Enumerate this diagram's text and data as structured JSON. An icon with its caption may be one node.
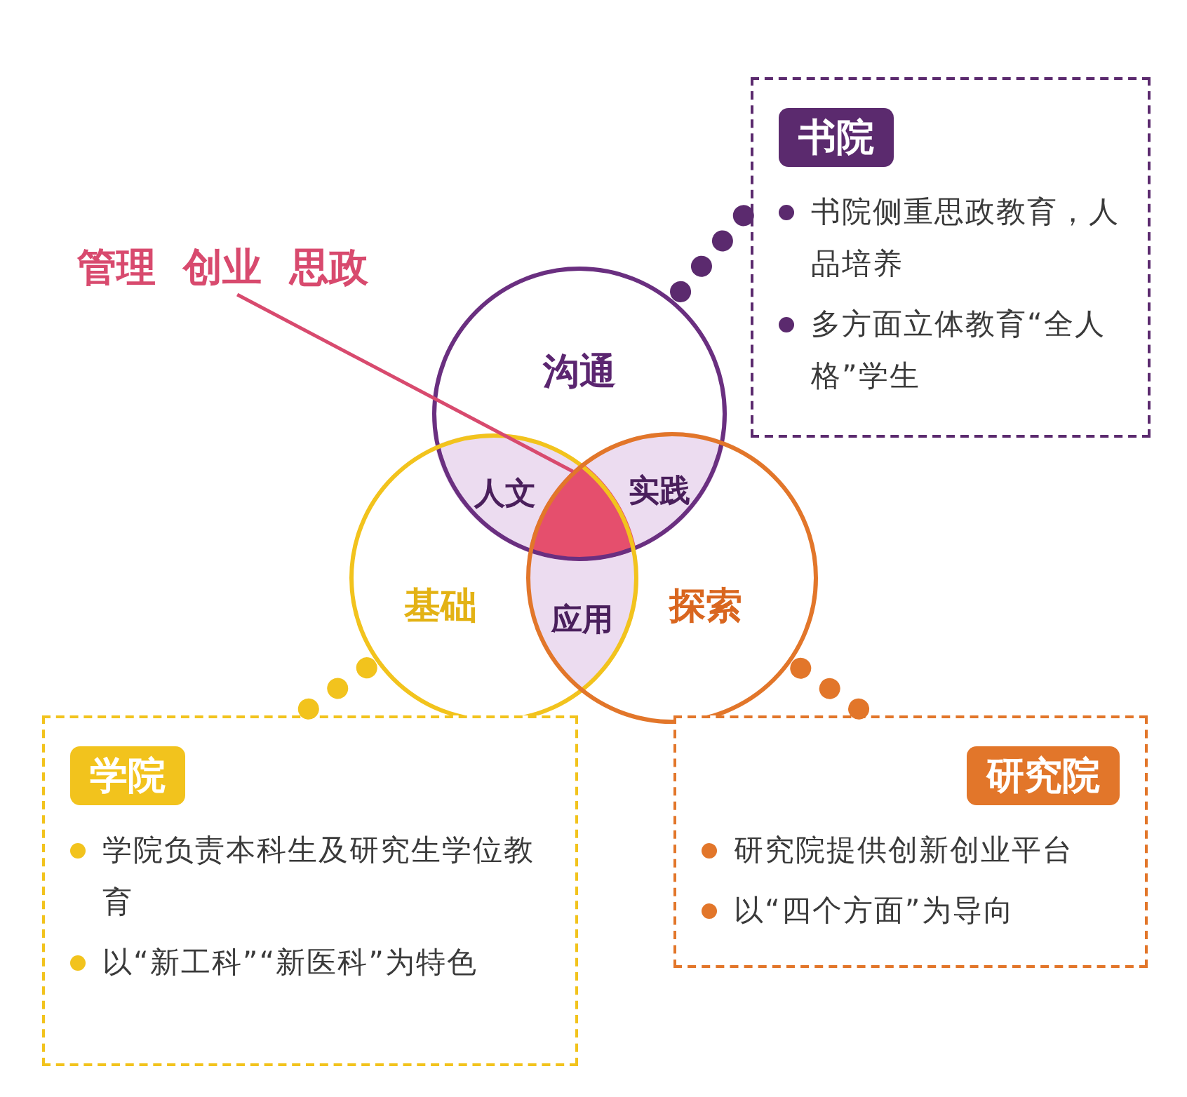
{
  "diagram": {
    "nodes": [
      {
        "text": [
          "书院",
          "书院侧重思政教育，人品培养",
          "多方面立体教育“全人格”学生"
        ]
      },
      {
        "text": [
          "管理 创业 思政"
        ]
      },
      {
        "text": [
          "沟通"
        ]
      },
      {
        "text": [
          "人文"
        ]
      },
      {
        "text": [
          "实践"
        ]
      },
      {
        "text": [],
        "shape": "triangle"
      },
      {
        "text": [
          "基础"
        ]
      },
      {
        "text": [
          "应用"
        ]
      },
      {
        "text": [
          "探索"
        ]
      },
      {
        "text": [
          "学院",
          "学院负责本科生及研究生学位教育",
          "以“新工科”“新医科”为特色"
        ]
      },
      {
        "text": [
          "研究院",
          "研究院提供创新创业平台",
          "以“四个方面”为导向"
        ]
      }
    ],
    "edges": [
      {
        "from": 0,
        "to": 2,
        "arrow": "none",
        "style": "dashed",
        "color": "#5b2a6e"
      },
      {
        "from": 1,
        "to": 5,
        "arrow": "none",
        "color": "#d84a6e"
      },
      {
        "from": 9,
        "to": 6,
        "arrow": "none",
        "style": "dashed",
        "color": "#f2c31d"
      },
      {
        "from": 10,
        "to": 8,
        "arrow": "none",
        "style": "dashed",
        "color": "#e2762a"
      }
    ]
  }
}
